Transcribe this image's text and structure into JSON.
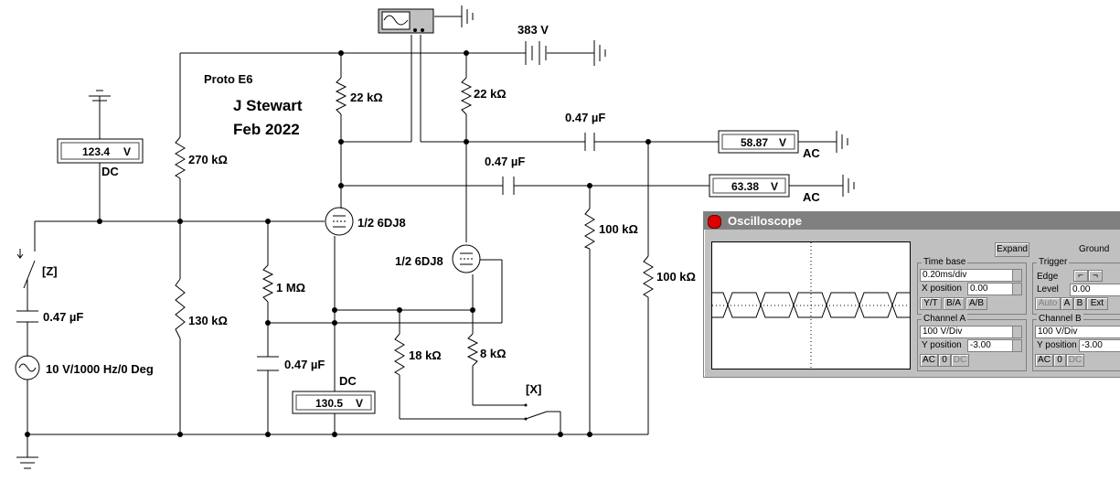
{
  "labels": {
    "proto": "Proto E6",
    "author": "J Stewart",
    "date": "Feb 2022"
  },
  "components": {
    "battery": "383 V",
    "r_plate1": "22 kΩ",
    "r_plate2": "22 kΩ",
    "r_bias_top": "270 kΩ",
    "r_bias_bot": "130 kΩ",
    "r_grid": "1 MΩ",
    "r_cathode1": "18 kΩ",
    "r_cathode2": "8 kΩ",
    "r_load1": "100 kΩ",
    "r_load2": "100 kΩ",
    "c_out1": "0.47 µF",
    "c_out2": "0.47 µF",
    "c_in": "0.47 µF",
    "c_grid": "0.47 µF",
    "tube1": "1/2 6DJ8",
    "tube2": "1/2 6DJ8",
    "source": "10 V/1000 Hz/0 Deg",
    "switch_z": "[Z]",
    "switch_x": "[X]"
  },
  "meters": {
    "m1": {
      "value": "123.4",
      "unit": "V",
      "mode": "DC"
    },
    "m2": {
      "value": "58.87",
      "unit": "V",
      "mode": "AC"
    },
    "m3": {
      "value": "63.38",
      "unit": "V",
      "mode": "AC"
    },
    "m4": {
      "value": "130.5",
      "unit": "V",
      "mode": "DC"
    }
  },
  "oscilloscope": {
    "title": "Oscilloscope",
    "expand": "Expand",
    "ground": "Ground",
    "timebase_label": "Time base",
    "timebase_value": "0.20ms/div",
    "xpos_label": "X position",
    "xpos_value": "0.00",
    "mode_yt": "Y/T",
    "mode_ba": "B/A",
    "mode_ab": "A/B",
    "chA_label": "Channel A",
    "chA_scale": "100 V/Div",
    "chA_ypos_label": "Y position",
    "chA_ypos": "-3.00",
    "chB_label": "Channel B",
    "chB_scale": "100 V/Div",
    "chB_ypos_label": "Y position",
    "chB_ypos": "-3.00",
    "coupling_ac": "AC",
    "coupling_0": "0",
    "coupling_dc": "DC",
    "trigger_label": "Trigger",
    "edge_label": "Edge",
    "level_label": "Level",
    "level_value": "0.00",
    "trig_auto": "Auto",
    "trig_a": "A",
    "trig_b": "B",
    "trig_ext": "Ext"
  }
}
